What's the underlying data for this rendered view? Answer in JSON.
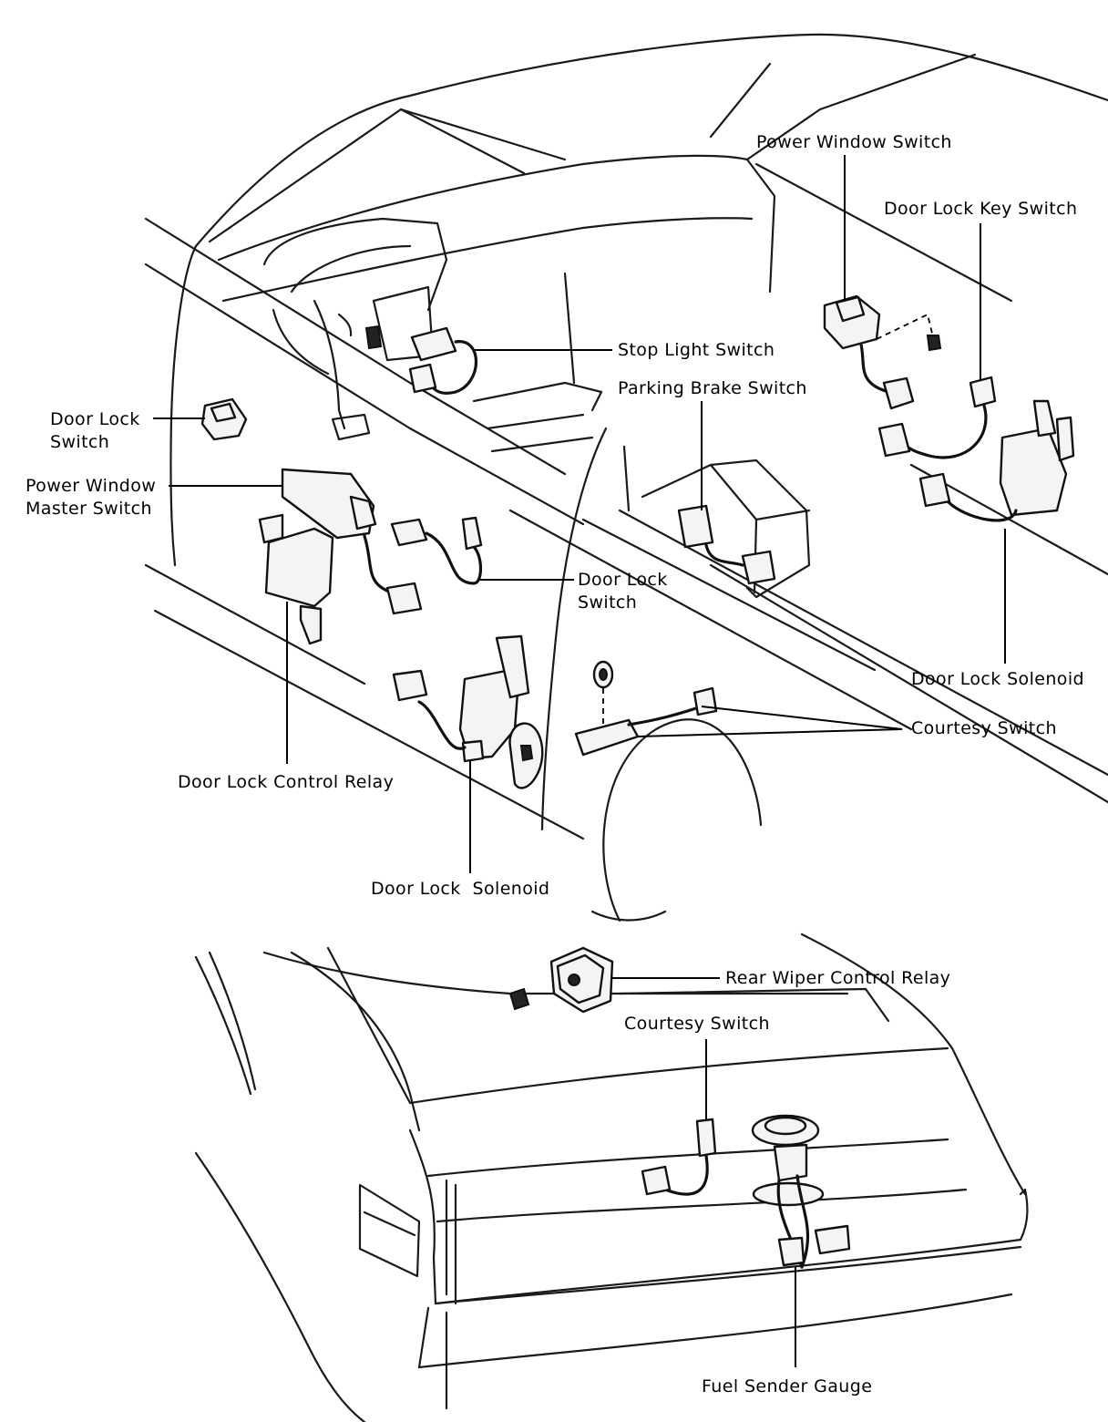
{
  "labels": {
    "power_window_switch": "Power Window Switch",
    "door_lock_key_switch": "Door Lock Key Switch",
    "stop_light_switch": "Stop Light Switch",
    "parking_brake_switch": "Parking Brake Switch",
    "door_lock_switch_left_line1": "Door Lock",
    "door_lock_switch_left_line2": "Switch",
    "power_window_master_switch_line1": "Power Window",
    "power_window_master_switch_line2": "Master Switch",
    "door_lock_switch_mid_line1": "Door Lock",
    "door_lock_switch_mid_line2": "Switch",
    "door_lock_solenoid_right": "Door Lock Solenoid",
    "courtesy_switch_front": "Courtesy Switch",
    "door_lock_control_relay": "Door Lock Control Relay",
    "door_lock_solenoid_front": "Door Lock  Solenoid",
    "rear_wiper_control_relay": "Rear Wiper Control Relay",
    "courtesy_switch_rear": "Courtesy Switch",
    "fuel_sender_gauge": "Fuel Sender Gauge"
  }
}
